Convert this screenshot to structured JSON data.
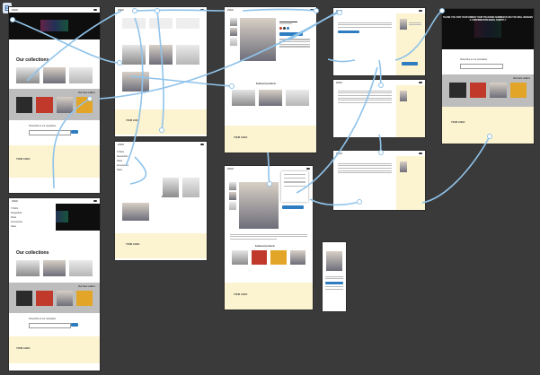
{
  "canvas": {
    "tool_icon": "hand-tool-icon",
    "tool_glyph": "B"
  },
  "screens": {
    "home": {
      "logo": "ZIAD",
      "heading": "Our collections",
      "bestsellers": "Our best sellers",
      "newsletter": "Subscribe to our newsletter",
      "brand": "YOUR LOGO"
    },
    "home_menu": {
      "logo": "ZIAD",
      "heading": "Our collections",
      "bestsellers": "Our best sellers",
      "newsletter": "Subscribe to our newsletter",
      "brand": "YOUR LOGO",
      "menu_items": [
        "T-Shirts",
        "Sweatshirts",
        "Pants",
        "Accessories",
        "Sales"
      ]
    },
    "catalog": {
      "logo": "ZIAD",
      "brand": "YOUR LOGO"
    },
    "catalog_menu": {
      "logo": "ZIAD",
      "brand": "YOUR LOGO",
      "menu_items": [
        "T-Shirts",
        "Sweatshirts",
        "Pants",
        "Accessories",
        "Sales"
      ]
    },
    "product": {
      "logo": "ZIAD",
      "featured": "Featured products",
      "brand": "YOUR LOGO"
    },
    "product_zoom": {
      "logo": "ZIAD",
      "featured": "Featured products",
      "brand": "YOUR LOGO"
    },
    "cart": {
      "logo": "ZIAD"
    },
    "checkout": {
      "logo": "ZIAD"
    },
    "payment": {
      "logo": "ZIAD"
    },
    "thankyou": {
      "logo": "ZIAD",
      "message": "THANK YOU FOR YOUR ORDER YOUR TRACKING NUMBER IS 0X3 YOU WILL RECEIVE A CONFIRMATION EMAIL SHORTLY",
      "newsletter": "Subscribe to our newsletter",
      "bestsellers": "Our best sellers",
      "brand": "YOUR LOGO"
    }
  },
  "colors": {
    "canvas": "#3a3a3a",
    "connector": "#8fc3ea",
    "cream": "#fcf3d0",
    "accent": "#2f7dc1"
  }
}
